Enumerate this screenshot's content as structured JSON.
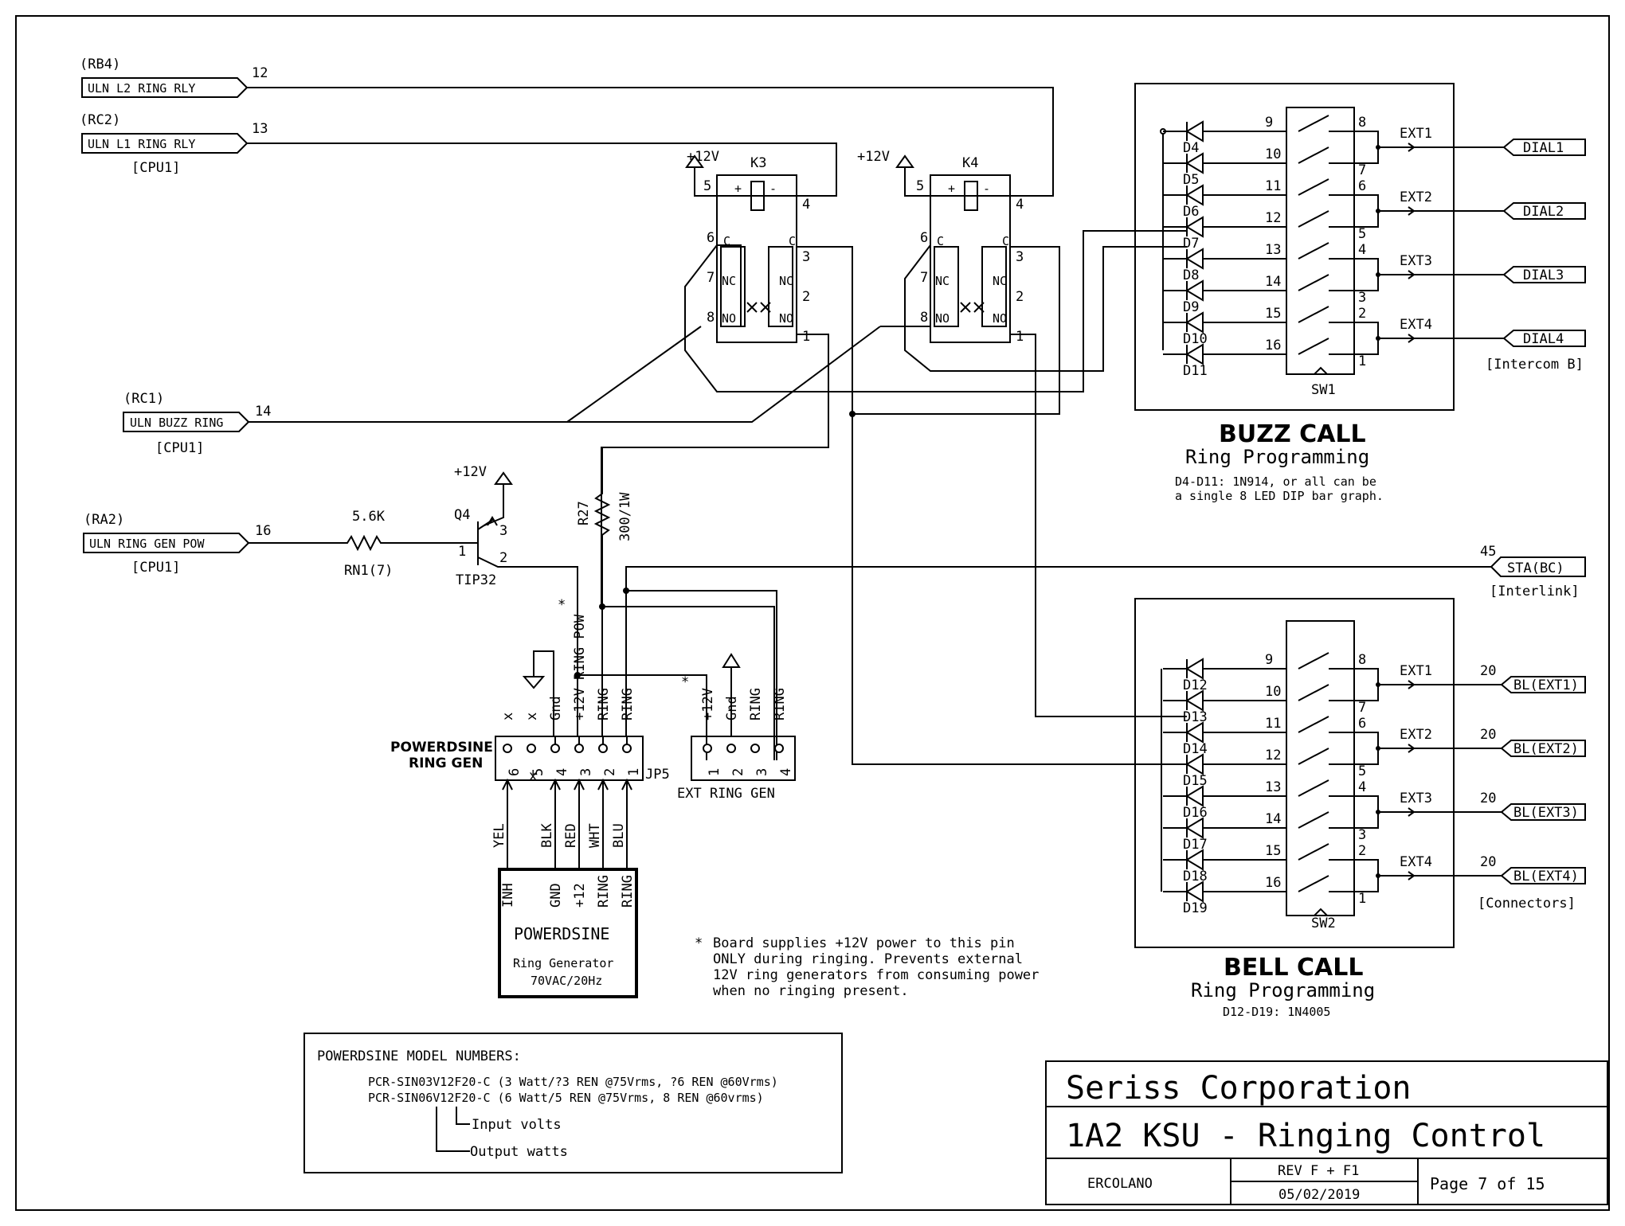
{
  "nets": {
    "rb4": "(RB4)",
    "rc2": "(RC2)",
    "rc1": "(RC1)",
    "ra2": "(RA2)",
    "uln_l2": "ULN L2 RING RLY",
    "uln_l1": "ULN L1 RING RLY",
    "uln_buzz": "ULN BUZZ RING",
    "uln_gen_pow": "ULN RING GEN POW",
    "cpu1": "[CPU1]",
    "pin12": "12",
    "pin13": "13",
    "pin14": "14",
    "pin16": "16",
    "pin45": "45",
    "sta_bc": "STA(BC)",
    "interlink": "[Interlink]",
    "intercom": "[Intercom B]",
    "connectors": "[Connectors]",
    "dial": [
      "DIAL1",
      "DIAL2",
      "DIAL3",
      "DIAL4"
    ],
    "bl": [
      "BL(EXT1)",
      "BL(EXT2)",
      "BL(EXT3)",
      "BL(EXT4)"
    ],
    "ext": [
      "EXT1",
      "EXT2",
      "EXT3",
      "EXT4"
    ],
    "twenty": "20"
  },
  "relays": {
    "k3": "K3",
    "k4": "K4",
    "plus12": "+12V",
    "c": "C",
    "nc": "NC",
    "no": "NO",
    "plus": "+",
    "minus": "-",
    "p1": "1",
    "p2": "2",
    "p3": "3",
    "p4": "4",
    "p5": "5",
    "p6": "6",
    "p7": "7",
    "p8": "8"
  },
  "driver": {
    "plus12": "+12V",
    "q4": "Q4",
    "tip32": "TIP32",
    "r_val": "5.6K",
    "rn1": "RN1(7)",
    "p1": "1",
    "p2": "2",
    "p3": "3",
    "r27": "R27",
    "r27_val": "300/1W"
  },
  "jp5": {
    "title1": "POWERDSINE",
    "title2": "RING GEN",
    "ref": "JP5",
    "top_labels": [
      "x",
      "x",
      "Gnd",
      "+12V RING POW",
      "RING",
      "RING"
    ],
    "pins": [
      "6",
      "5",
      "4",
      "3",
      "2",
      "1"
    ],
    "x_mark": "x",
    "wires": [
      "YEL",
      "BLK",
      "RED",
      "WHT",
      "BLU"
    ],
    "star": "*"
  },
  "ext_gen": {
    "label": "EXT RING GEN",
    "top_labels": [
      "+12V",
      "Gnd",
      "RING",
      "RING"
    ],
    "pins": [
      "1",
      "2",
      "3",
      "4"
    ],
    "star": "*"
  },
  "module": {
    "pins": [
      "INH",
      "GND",
      "+12",
      "RING",
      "RING"
    ],
    "name": "POWERDSINE",
    "desc1": "Ring Generator",
    "desc2": "70VAC/20Hz"
  },
  "note": {
    "star": "*",
    "lines": [
      "Board supplies +12V power to this pin",
      "ONLY during ringing. Prevents external",
      "12V ring generators from consuming power",
      "when no ringing present."
    ]
  },
  "models": {
    "title": "POWERDSINE MODEL NUMBERS:",
    "line1": "PCR-SIN03V12F20-C (3 Watt/?3 REN @75Vrms, ?6 REN @60Vrms)",
    "line2": "PCR-SIN06V12F20-C (6 Watt/5 REN @75Vrms, 8 REN @60vrms)",
    "input_volts": "Input volts",
    "output_watts": "Output watts"
  },
  "buzz": {
    "title": "BUZZ CALL",
    "subtitle": "Ring Programming",
    "note1": "D4-D11: 1N914, or all can be",
    "note2": "a single 8 LED DIP bar graph.",
    "sw": "SW1",
    "diodes": [
      "D4",
      "D5",
      "D6",
      "D7",
      "D8",
      "D9",
      "D10",
      "D11"
    ]
  },
  "bell": {
    "title": "BELL CALL",
    "subtitle": "Ring Programming",
    "note": "D12-D19: 1N4005",
    "sw": "SW2",
    "diodes": [
      "D12",
      "D13",
      "D14",
      "D15",
      "D16",
      "D17",
      "D18",
      "D19"
    ]
  },
  "switch": {
    "left_pins": [
      "9",
      "10",
      "11",
      "12",
      "13",
      "14",
      "15",
      "16"
    ],
    "right_pins": [
      "8",
      "7",
      "6",
      "5",
      "4",
      "3",
      "2",
      "1"
    ]
  },
  "title_block": {
    "company": "Seriss Corporation",
    "title": "1A2 KSU - Ringing Control",
    "author": "ERCOLANO",
    "rev": "REV F + F1",
    "date": "05/02/2019",
    "page": "Page 7 of 15"
  }
}
